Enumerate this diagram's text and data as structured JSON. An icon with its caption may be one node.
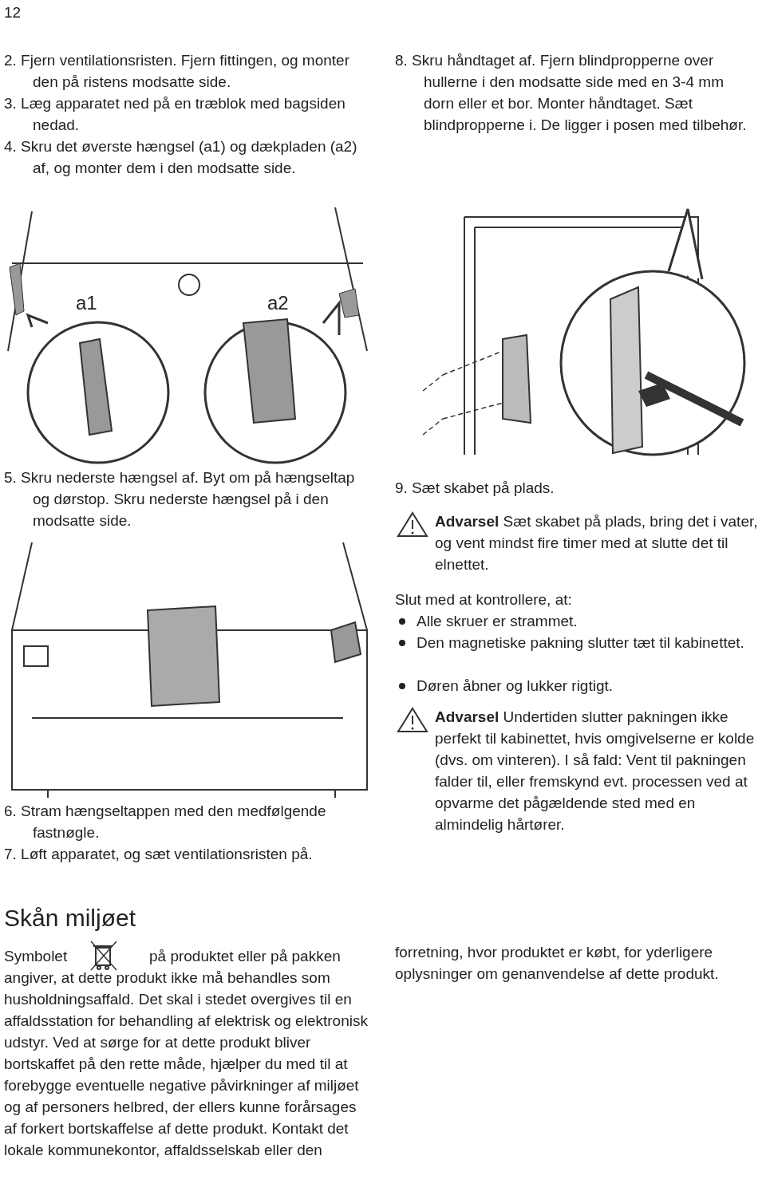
{
  "diagram": {
    "labels": [
      "12",
      "2. Fjern ventilationsristen. Fjern fittingen, og monter den på ristens modsatte side.",
      "3. Læg apparatet ned på en træblok med bagsiden nedad.",
      "4. Skru det øverste hængsel (a1) og dækpladen (a2) af, og monter dem i den modsatte side.",
      "8. Skru håndtaget af. Fjern blindpropperne over hullerne i den modsatte side med en 3-4 mm dorn eller et bor. Monter håndtaget. Sæt blindpropperne i. De ligger i posen med tilbehør.",
      "a1",
      "a2",
      "5. Skru nederste hængsel af. Byt om på hængseltap og dørstop. Skru nederste hængsel på i den modsatte side.",
      "6. Stram hængseltappen med den medfølgende fastnøgle.",
      "7. Løft apparatet, og sæt ventilationsristen på.",
      "9. Sæt skabet på plads.",
      "**Advarsel** Sæt skabet på plads, bring det i vater, og vent mindst fire timer med at slutte det til elnettet.",
      "Slut med at kontrollere, at:",
      "Alle skruer er strammet.",
      "Den magnetiske pakning slutter tæt til kabinettet.",
      "Døren åbner og lukker rigtigt.",
      "**Advarsel** Undertiden slutter pakningen ikke perfekt til kabinettet, hvis omgivelserne er kolde (dvs. om vinteren). I så fald: Vent til pakningen falder til, eller fremskynd evt. processen ved at opvarme det pågældende sted med en almindelig hårtører.",
      "Skån miljøet",
      "Symbolet",
      "på produktet eller på pakken angiver, at dette produkt ikke må behandles som husholdningsaffald. Det skal i stedet overgives til en affaldsstation for behandling af elektrisk og elektronisk udstyr. Ved at sørge for at dette produkt bliver bortskaffet på den rette måde, hjælper du med til at forebygge eventuelle negative påvirkninger af miljøet og af personers helbred, der ellers kunne forårsages af forkert bortskaffelse af dette produkt. Kontakt det lokale kommunekontor, affaldsselskab eller den",
      "forretning, hvor produktet er købt, for yderligere oplysninger om genanvendelse af dette produkt."
    ]
  }
}
